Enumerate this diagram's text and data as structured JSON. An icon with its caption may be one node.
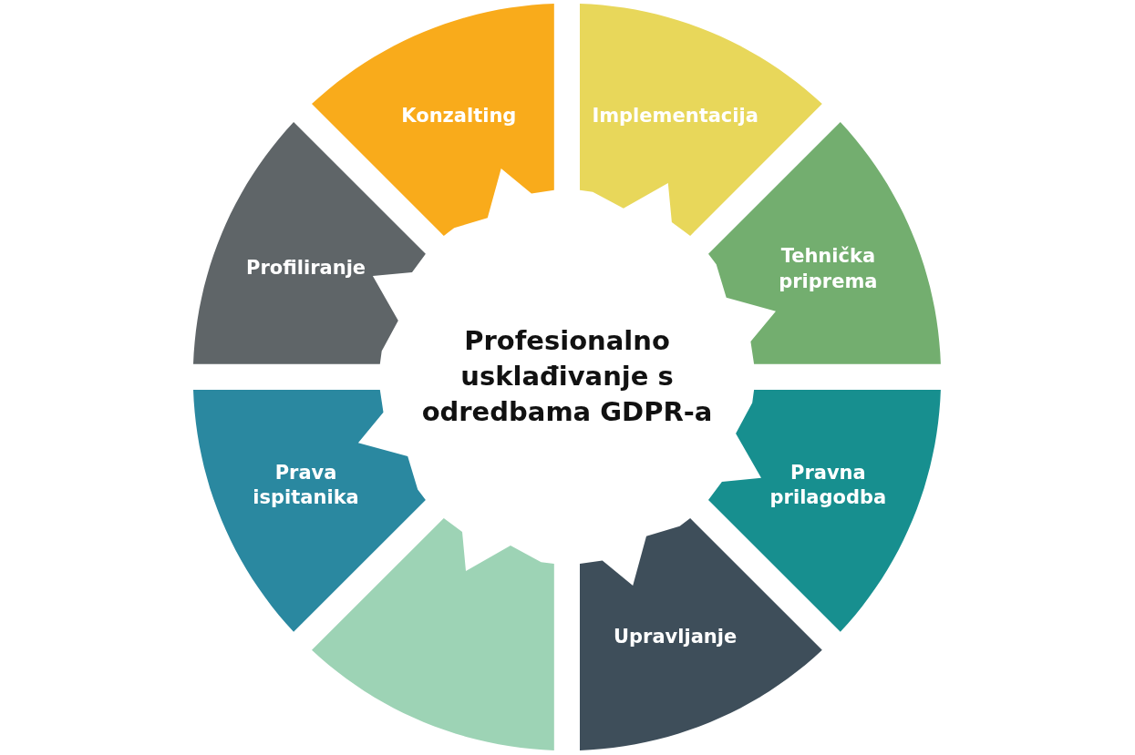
{
  "diagram": {
    "title": "Profesionalno usklađivanje s odredbama GDPR-a",
    "nodes": [
      {
        "text": [
          "Konzalting"
        ]
      },
      {
        "text": [
          "Implementacija"
        ]
      },
      {
        "text": [
          "Profiliranje"
        ]
      },
      {
        "text": [
          "Tehnička priprema"
        ]
      },
      {
        "text": [
          "Prava ispitanika"
        ]
      },
      {
        "text": [
          "Pravna prilagodba"
        ]
      },
      {
        "text": [],
        "shape": "box"
      },
      {
        "text": [
          "Upravljanje"
        ]
      }
    ],
    "edges": []
  }
}
